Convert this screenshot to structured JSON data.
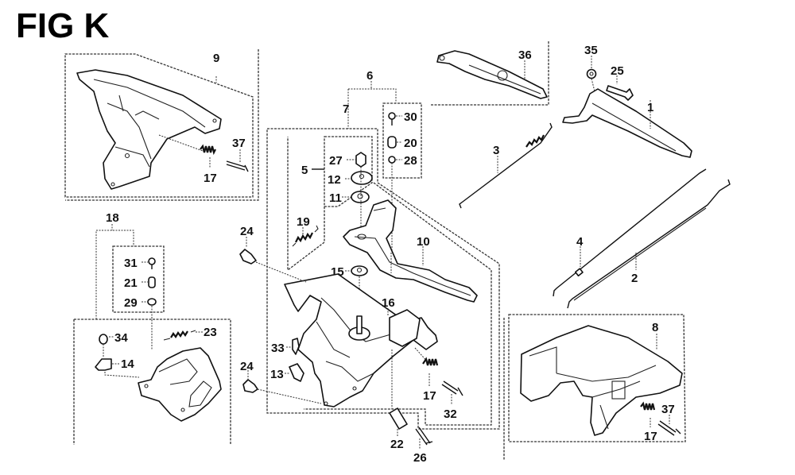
{
  "figure": {
    "title": "FIG K"
  },
  "callouts": {
    "c1": "1",
    "c2": "2",
    "c3": "3",
    "c4": "4",
    "c5": "5",
    "c6": "6",
    "c7": "7",
    "c8": "8",
    "c9": "9",
    "c10": "10",
    "c11": "11",
    "c12": "12",
    "c13": "13",
    "c14": "14",
    "c15": "15",
    "c16": "16",
    "c17a": "17",
    "c17b": "17",
    "c17c": "17",
    "c18": "18",
    "c19": "19",
    "c20": "20",
    "c21": "21",
    "c22": "22",
    "c23": "23",
    "c24a": "24",
    "c24b": "24",
    "c25": "25",
    "c26": "26",
    "c27": "27",
    "c28": "28",
    "c29": "29",
    "c30": "30",
    "c31": "31",
    "c32": "32",
    "c33": "33",
    "c34": "34",
    "c35": "35",
    "c36": "36",
    "c37a": "37",
    "c37b": "37"
  },
  "groups": [
    {
      "id": "group-9",
      "label": "9",
      "members": [
        "17",
        "37"
      ]
    },
    {
      "id": "group-6",
      "label": "6",
      "members": [
        "30",
        "20",
        "28"
      ]
    },
    {
      "id": "group-7",
      "label": "7",
      "members": [
        "5",
        "10",
        "15",
        "16",
        "13",
        "33",
        "17",
        "32",
        "22",
        "26"
      ]
    },
    {
      "id": "group-5",
      "label": "5",
      "members": [
        "27",
        "12",
        "11",
        "19"
      ]
    },
    {
      "id": "group-18",
      "label": "18",
      "members": [
        "31",
        "21",
        "29",
        "34",
        "14",
        "23"
      ]
    },
    {
      "id": "group-8",
      "label": "8",
      "members": [
        "17",
        "37"
      ]
    }
  ]
}
